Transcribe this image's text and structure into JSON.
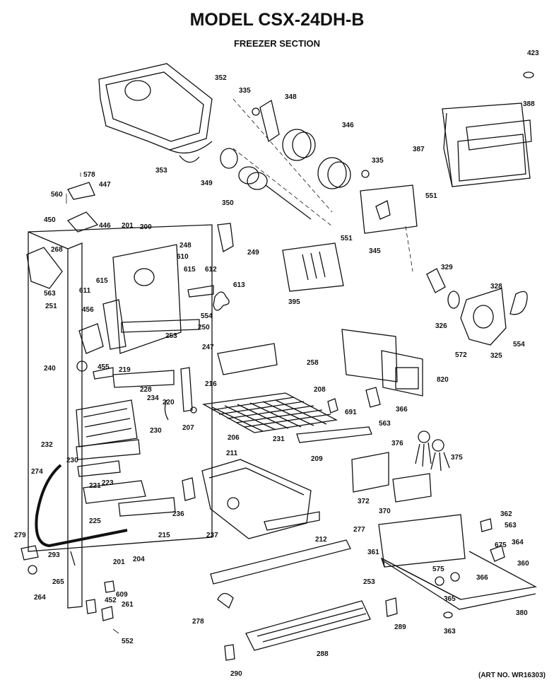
{
  "header": {
    "title": "MODEL CSX-24DH-B",
    "subtitle": "FREEZER SECTION"
  },
  "footer": {
    "art_number": "(ART NO. WR16303)"
  },
  "callouts": [
    "423",
    "352",
    "335",
    "348",
    "346",
    "388",
    "387",
    "578",
    "447",
    "560",
    "353",
    "349",
    "335",
    "551",
    "350",
    "450",
    "446",
    "201",
    "200",
    "249",
    "345",
    "551",
    "268",
    "248",
    "610",
    "563",
    "615",
    "611",
    "615",
    "612",
    "395",
    "329",
    "613",
    "251",
    "554",
    "326",
    "456",
    "250",
    "328",
    "253",
    "247",
    "554",
    "572",
    "325",
    "455",
    "219",
    "240",
    "258",
    "228",
    "234",
    "820",
    "216",
    "208",
    "220",
    "230",
    "207",
    "691",
    "366",
    "206",
    "563",
    "231",
    "232",
    "376",
    "209",
    "375",
    "211",
    "230",
    "274",
    "372",
    "221",
    "223",
    "236",
    "370",
    "362",
    "277",
    "225",
    "237",
    "212",
    "563",
    "215",
    "361",
    "675",
    "364",
    "279",
    "293",
    "201",
    "204",
    "360",
    "253",
    "575",
    "366",
    "265",
    "609",
    "264",
    "452",
    "261",
    "365",
    "278",
    "289",
    "380",
    "552",
    "363",
    "288",
    "290"
  ]
}
